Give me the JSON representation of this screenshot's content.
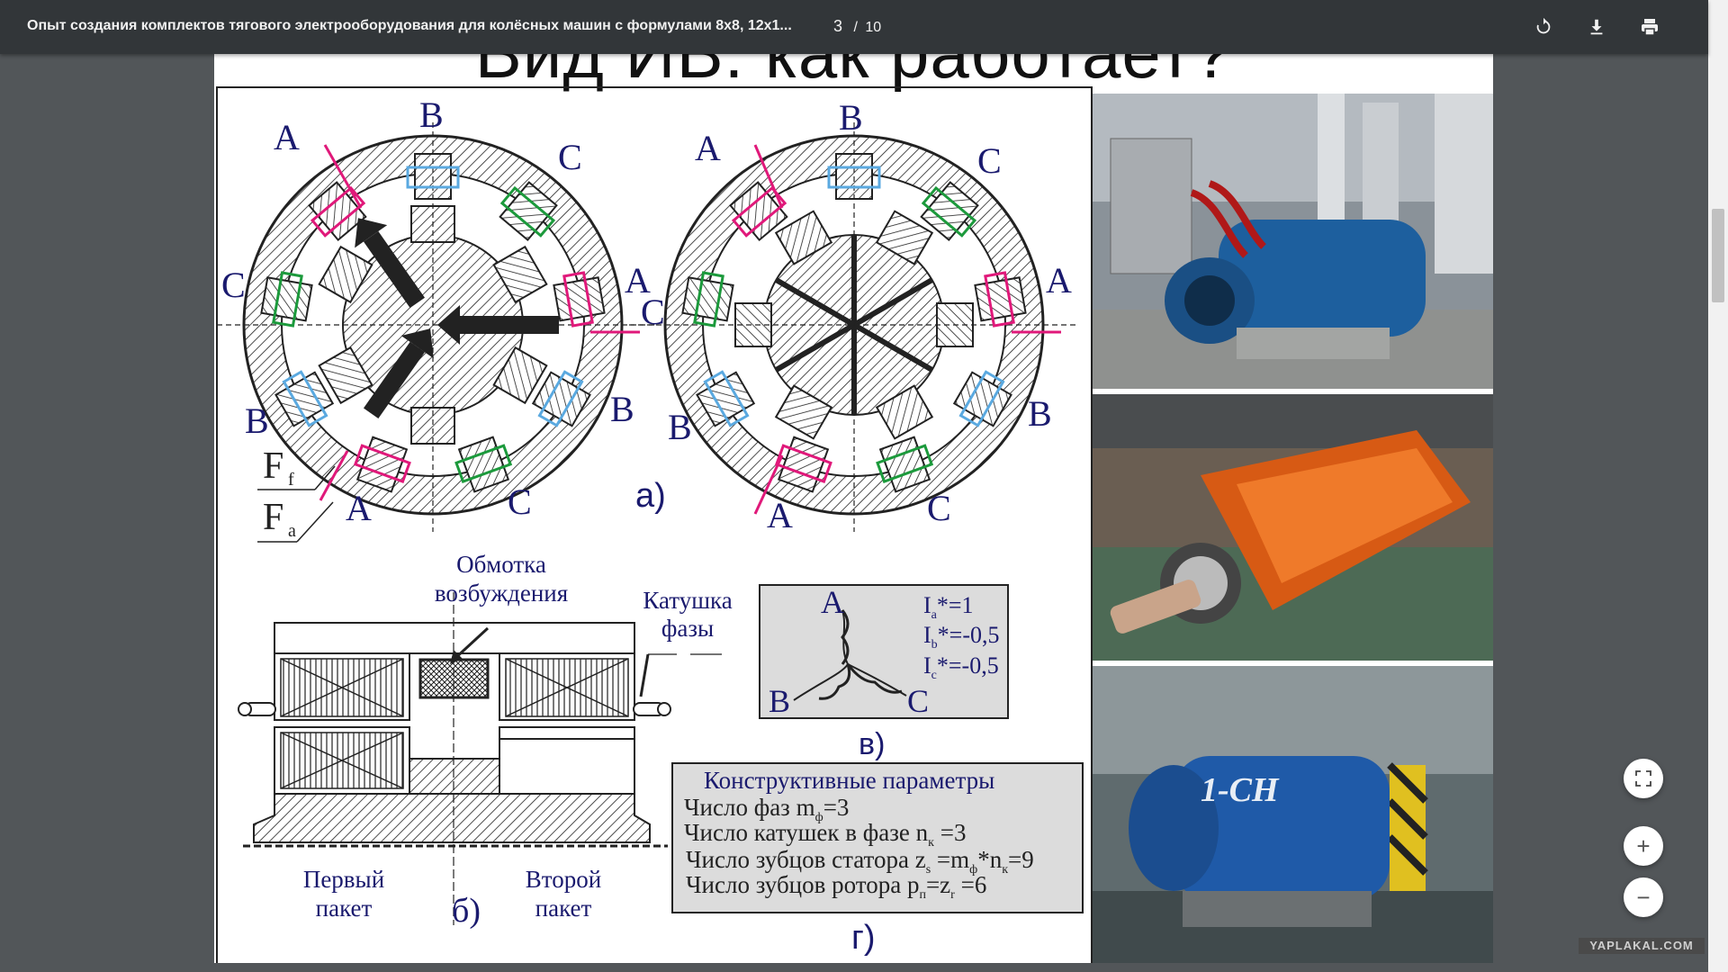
{
  "toolbar": {
    "title": "Опыт создания комплектов тягового электрооборудования для колёсных машин с формулами 8х8, 12х1...",
    "current_page": "3",
    "page_sep": "/",
    "total_pages": "10",
    "icons": [
      "rotate-icon",
      "download-icon",
      "print-icon"
    ]
  },
  "slide": {
    "title": "Вид ИВ: как работает?",
    "labels": {
      "A": "A",
      "B": "B",
      "C": "C",
      "Ff_main": "F",
      "Ff_sub": "f",
      "Fa_main": "F",
      "Fa_sub": "a",
      "fig_a": "а)",
      "fig_b": "б)",
      "fig_v": "в)",
      "fig_g": "г)"
    },
    "winding_label_1": "Обмотка",
    "winding_label_2": "возбуждения",
    "coil_label_1": "Катушка",
    "coil_label_2": "фазы",
    "pack1_1": "Первый",
    "pack1_2": "пакет",
    "pack2_1": "Второй",
    "pack2_2": "пакет",
    "currents": [
      {
        "main": "I",
        "sub": "a",
        "val": "*=1"
      },
      {
        "main": "I",
        "sub": "b",
        "val": "*=-0,5"
      },
      {
        "main": "I",
        "sub": "c",
        "val": "*=-0,5"
      }
    ],
    "params": {
      "title": "Конструктивные параметры",
      "l1a": "Число фаз m",
      "l1s": "ф",
      "l1b": "=3",
      "l2a": "Число катушек в фазе n",
      "l2s": "к",
      "l2b": " =3",
      "l3a": "Число зубцов статора z",
      "l3s1": "s",
      "l3b": " =m",
      "l3s2": "ф",
      "l3c": "*n",
      "l3s3": "к",
      "l3d": "=9",
      "l4a": "Число зубцов ротора p",
      "l4s1": "п",
      "l4b": "=z",
      "l4s2": "r",
      "l4c": " =6"
    }
  },
  "controls": {
    "fit_icon": "fit-to-page-icon",
    "zoom_in": "+",
    "zoom_out": "−"
  },
  "watermark": "YAPLAKAL.COM",
  "colors": {
    "toolbar_bg": "#323639",
    "viewer_bg": "#525659",
    "label_navy": "#1a1a6e",
    "coil_pink": "#e0197a",
    "coil_green": "#1c9a3c",
    "coil_blue": "#5aa9e0",
    "diagram_text": "#232383"
  }
}
